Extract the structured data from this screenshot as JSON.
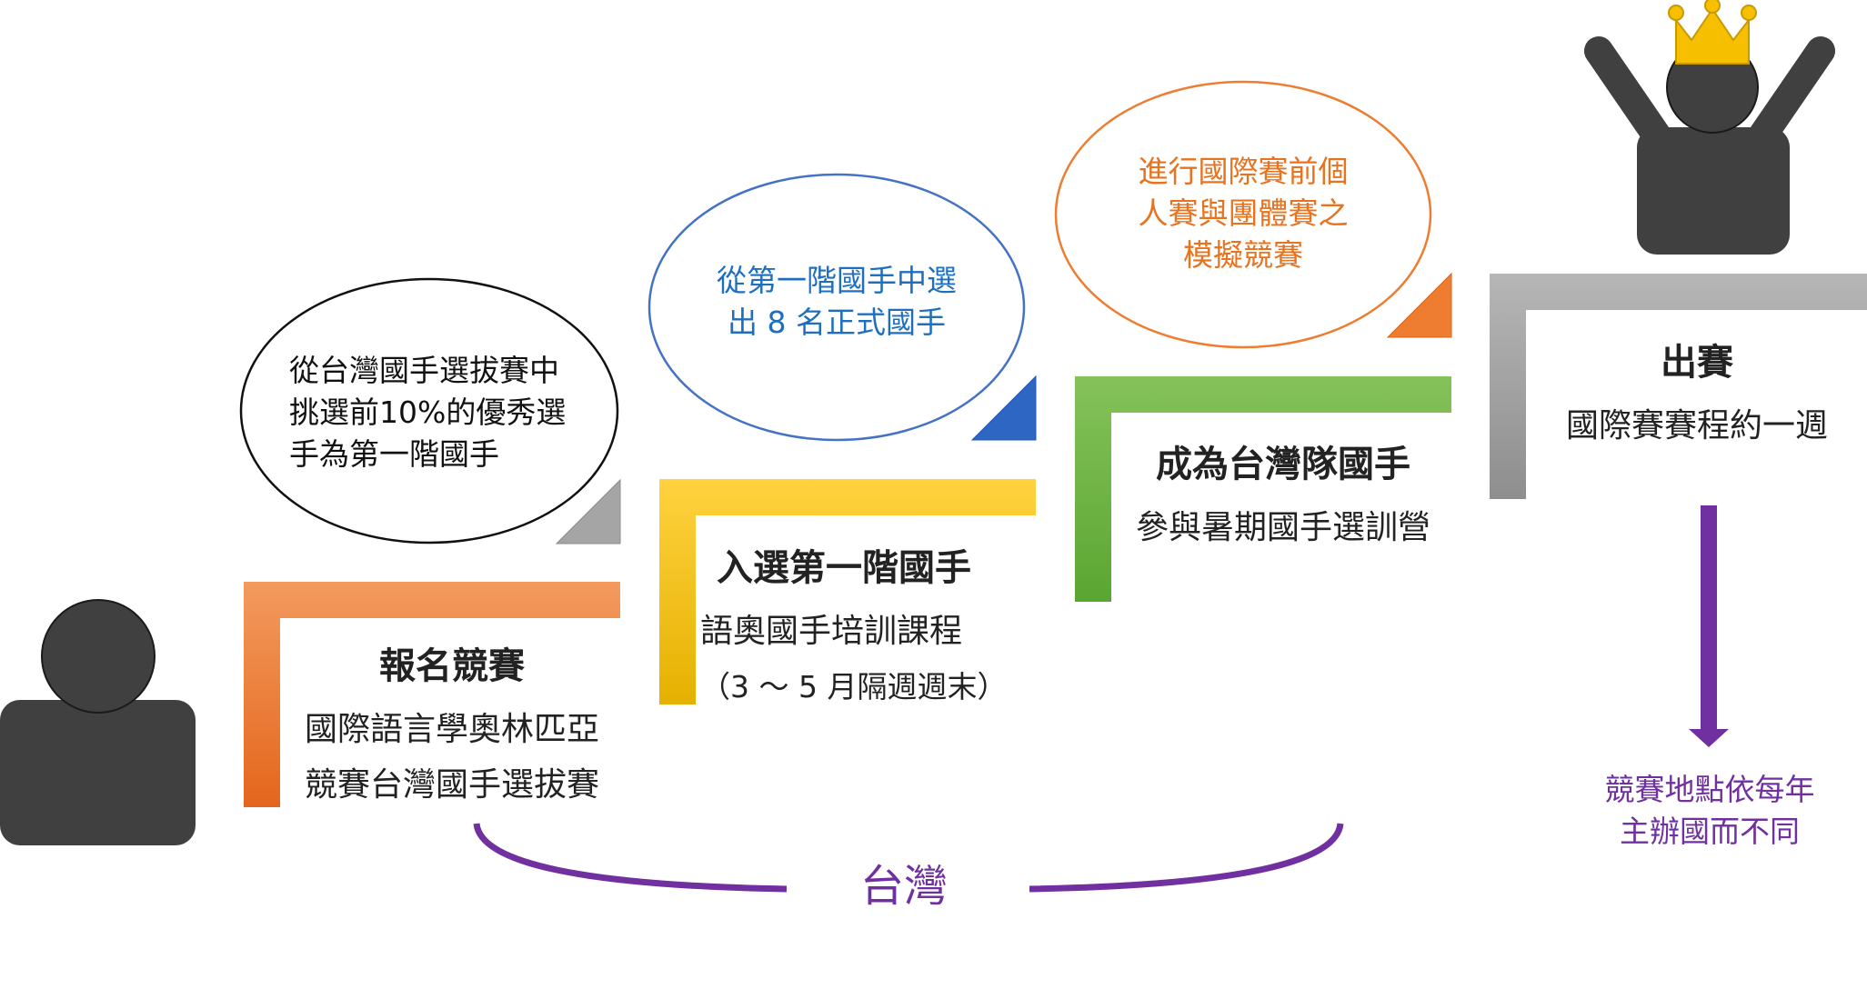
{
  "steps": [
    {
      "title": "報名競賽",
      "lines": [
        "國際語言學奧林匹亞",
        "競賽台灣國手選拔賽"
      ]
    },
    {
      "title": "入選第一階國手",
      "lines": [
        "語奧國手培訓課程",
        "（3 ～ 5 月隔週週末）"
      ]
    },
    {
      "title": "成為台灣隊國手",
      "lines": [
        "參與暑期國手選訓營"
      ]
    },
    {
      "title": "出賽",
      "lines": [
        "國際賽賽程約一週"
      ]
    }
  ],
  "bubbles": [
    {
      "lines": [
        "從台灣國手選拔賽中",
        "挑選前10%的優秀選",
        "手為第一階國手"
      ]
    },
    {
      "lines": [
        "從第一階國手中選",
        "出 8 名正式國手"
      ]
    },
    {
      "lines": [
        "進行國際賽前個",
        "人賽與團體賽之",
        "模擬競賽"
      ]
    }
  ],
  "brace_label": "台灣",
  "venue_note": [
    "競賽地點依每年",
    "主辦國而不同"
  ],
  "colors": {
    "orange": "#ee7d31",
    "yellow": "#f7c51d",
    "green": "#6db345",
    "gray": "#a5a5a5",
    "blue_text": "#1f6fbf",
    "orange_text": "#e8731f",
    "purple": "#7030a0",
    "figure": "#404040",
    "crown": "#f6c000"
  }
}
